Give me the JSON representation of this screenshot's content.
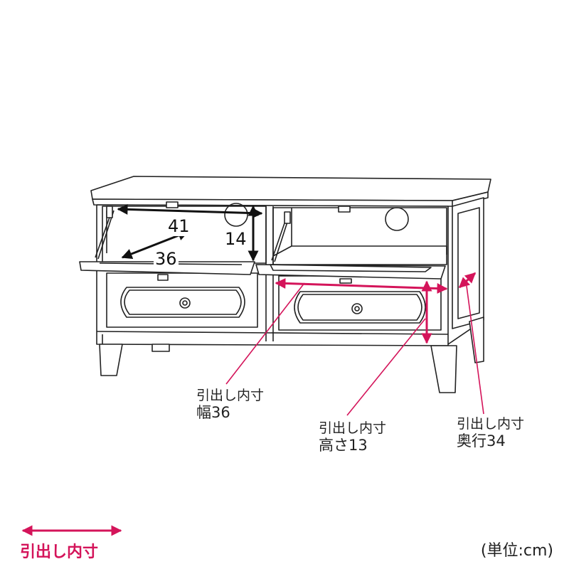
{
  "dimensions": {
    "width_label": "41",
    "height_label": "14",
    "depth_label": "36"
  },
  "annotations": [
    {
      "title": "引出し内寸",
      "value": "幅36"
    },
    {
      "title": "引出し内寸",
      "value": "高さ13"
    },
    {
      "title": "引出し内寸",
      "value": "奥行34"
    }
  ],
  "legend": {
    "label": "引出し内寸"
  },
  "unit": "(単位:cm)",
  "colors": {
    "accent": "#d4145a",
    "line": "#222222",
    "dimension": "#111111"
  }
}
